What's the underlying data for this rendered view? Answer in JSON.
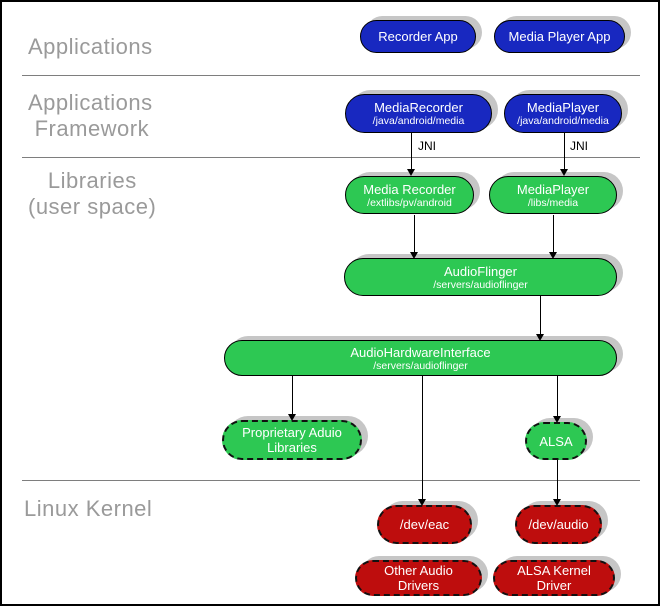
{
  "layers": {
    "applications": "Applications",
    "framework": "Applications\n Framework",
    "libraries": "   Libraries\n(user space)",
    "kernel": "Linux Kernel"
  },
  "nodes": {
    "recorder_app": {
      "label": "Recorder App"
    },
    "media_player_app": {
      "label": "Media Player App"
    },
    "media_recorder_fw": {
      "label": "MediaRecorder",
      "sublabel": "/java/android/media"
    },
    "media_player_fw": {
      "label": "MediaPlayer",
      "sublabel": "/java/android/media"
    },
    "media_recorder_lib": {
      "label": "Media Recorder",
      "sublabel": "/extlibs/pv/android"
    },
    "media_player_lib": {
      "label": "MediaPlayer",
      "sublabel": "/libs/media"
    },
    "audioflinger": {
      "label": "AudioFlinger",
      "sublabel": "/servers/audioflinger"
    },
    "audio_hardware_interface": {
      "label": "AudioHardwareInterface",
      "sublabel": "/servers/audioflinger"
    },
    "proprietary_audio_libraries": {
      "label": "Proprietary Aduio Libraries"
    },
    "alsa": {
      "label": "ALSA"
    },
    "dev_eac": {
      "label": "/dev/eac"
    },
    "dev_audio": {
      "label": "/dev/audio"
    },
    "other_audio_drivers": {
      "label": "Other Audio Drivers"
    },
    "alsa_kernel_driver": {
      "label": "ALSA Kernel Driver"
    }
  },
  "annotations": {
    "jni": "JNI"
  },
  "edges": [
    {
      "from": "MediaRecorder",
      "to": "Media Recorder",
      "label": "JNI"
    },
    {
      "from": "MediaPlayer",
      "to": "MediaPlayer",
      "label": "JNI"
    },
    {
      "from": "Media Recorder",
      "to": "AudioFlinger"
    },
    {
      "from": "MediaPlayer",
      "to": "AudioFlinger"
    },
    {
      "from": "AudioFlinger",
      "to": "AudioHardwareInterface"
    },
    {
      "from": "AudioHardwareInterface",
      "to": "Proprietary Aduio Libraries"
    },
    {
      "from": "AudioHardwareInterface",
      "to": "/dev/eac"
    },
    {
      "from": "AudioHardwareInterface",
      "to": "ALSA"
    },
    {
      "from": "ALSA",
      "to": "/dev/audio"
    }
  ],
  "colors": {
    "app_blue": "#1828c0",
    "lib_green": "#2dc853",
    "kernel_red": "#be0d0d",
    "shadow_gray": "#c6c6c6",
    "label_gray": "#9a9a9a",
    "separator_gray": "#7e7e7e"
  }
}
